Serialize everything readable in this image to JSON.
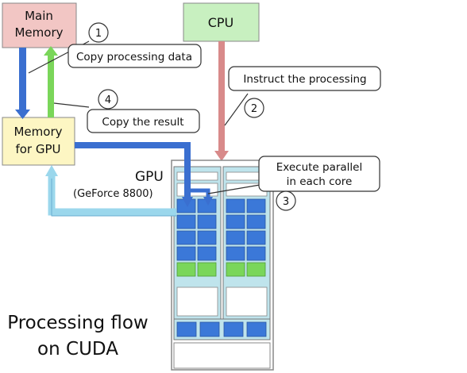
{
  "boxes": {
    "main_memory": {
      "line1": "Main",
      "line2": "Memory"
    },
    "cpu": "CPU",
    "gpu_memory": {
      "line1": "Memory",
      "line2": "for GPU"
    }
  },
  "gpu": {
    "title": "GPU",
    "model": "(GeForce 8800)"
  },
  "steps": [
    {
      "number": "1",
      "label": "Copy processing data"
    },
    {
      "number": "2",
      "label": "Instruct the processing"
    },
    {
      "number": "3",
      "label_line1": "Execute parallel",
      "label_line2": "in each core"
    },
    {
      "number": "4",
      "label": "Copy the result"
    }
  ],
  "caption": {
    "line1": "Processing flow",
    "line2": "on CUDA"
  },
  "colors": {
    "main_memory_fill": "#f2c6c4",
    "cpu_fill": "#c8f0c0",
    "gpu_memory_fill": "#fdf6c3",
    "core_blue": "#3b78d8",
    "core_green": "#7ad65a",
    "gpu_frame": "#bfe4ec",
    "arrow_blue": "#3a6fd0",
    "arrow_lightblue": "#9bd7ec",
    "arrow_pink": "#d88a8a"
  }
}
